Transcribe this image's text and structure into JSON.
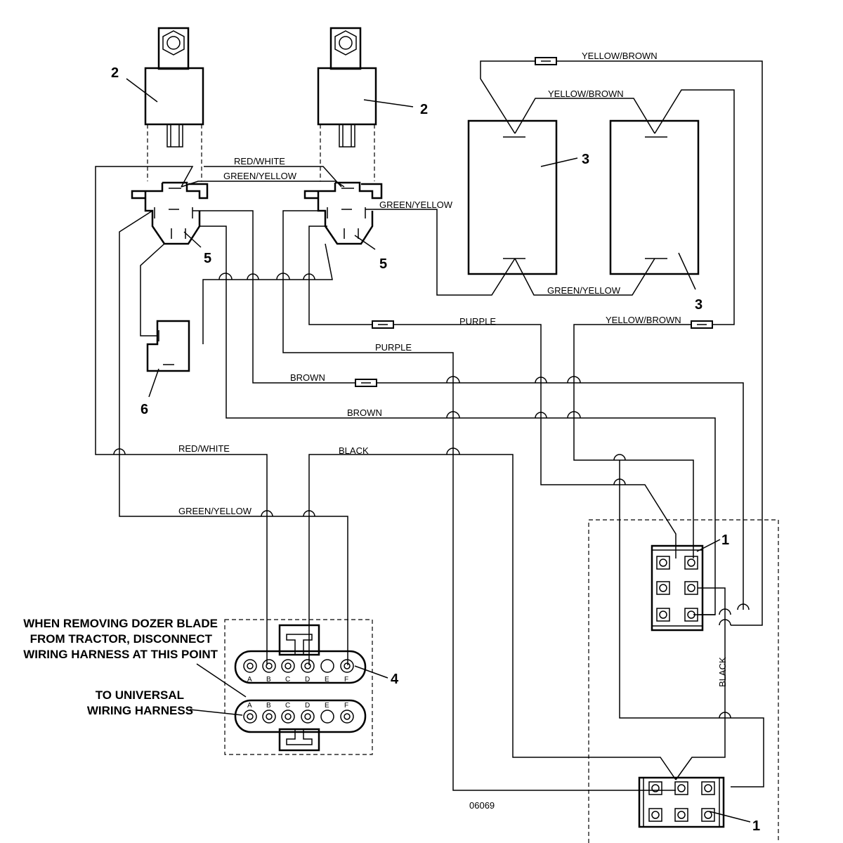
{
  "wire_labels": {
    "yb_top": "YELLOW/BROWN",
    "yb_mid": "YELLOW/BROWN",
    "red_white_top": "RED/WHITE",
    "green_yellow_top": "GREEN/YELLOW",
    "green_yellow_right": "GREEN/YELLOW",
    "green_yellow_lower": "GREEN/YELLOW",
    "purple_1": "PURPLE",
    "yb_right": "YELLOW/BROWN",
    "purple_2": "PURPLE",
    "brown_1": "BROWN",
    "brown_2": "BROWN",
    "red_white_bottom": "RED/WHITE",
    "black_bottom": "BLACK",
    "green_yellow_bottom": "GREEN/YELLOW",
    "black_vertical": "BLACK"
  },
  "callouts": {
    "switch_top": "1",
    "switch_bottom": "1",
    "solenoid_left": "2",
    "solenoid_right": "2",
    "light_left": "3",
    "light_right": "3",
    "connector": "4",
    "relay_left": "5",
    "relay_right": "5",
    "diode": "6"
  },
  "notes": {
    "disconnect_line1": "WHEN REMOVING DOZER BLADE",
    "disconnect_line2": "FROM TRACTOR, DISCONNECT",
    "disconnect_line3": "WIRING HARNESS AT THIS POINT",
    "harness_line1": "TO UNIVERSAL",
    "harness_line2": "WIRING HARNESS"
  },
  "connector_pins_upper": [
    "A",
    "B",
    "C",
    "D",
    "E",
    "F"
  ],
  "connector_pins_lower": [
    "A",
    "B",
    "C",
    "D",
    "E",
    "F"
  ],
  "drawing_number": "06069"
}
